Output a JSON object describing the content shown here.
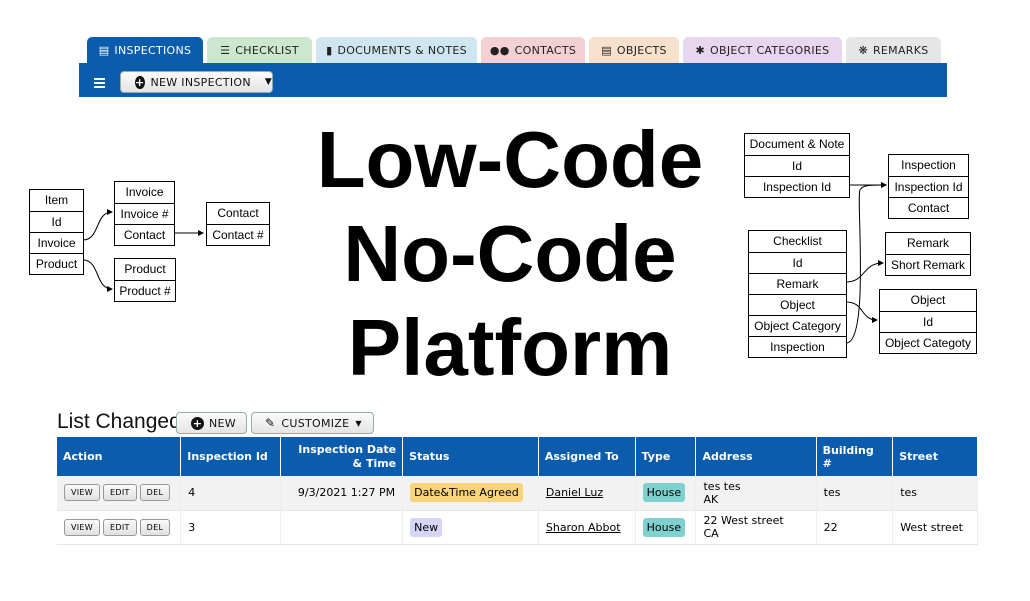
{
  "tabs": [
    {
      "label": "INSPECTIONS",
      "icon": "clipboard-icon",
      "color": "#0b5cad"
    },
    {
      "label": "CHECKLIST",
      "icon": "list-check-icon",
      "color": "#cbe8cf"
    },
    {
      "label": "DOCUMENTS & NOTES",
      "icon": "document-icon",
      "color": "#cfe6ee"
    },
    {
      "label": "CONTACTS",
      "icon": "users-icon",
      "color": "#f3d0d3"
    },
    {
      "label": "OBJECTS",
      "icon": "clipboard-icon",
      "color": "#f8e1cc"
    },
    {
      "label": "OBJECT CATEGORIES",
      "icon": "asterisk-icon",
      "color": "#e8d6ee"
    },
    {
      "label": "REMARKS",
      "icon": "gear-icon",
      "color": "#e6e6e6"
    }
  ],
  "toolbar": {
    "new_inspection_label": "NEW INSPECTION"
  },
  "hero": {
    "line1": "Low-Code",
    "line2": "No-Code",
    "line3": "Platform"
  },
  "diagram": {
    "item": [
      "Item",
      "Id",
      "Invoice",
      "Product"
    ],
    "invoice": [
      "Invoice",
      "Invoice #",
      "Contact"
    ],
    "contact": [
      "Contact",
      "Contact #"
    ],
    "product": [
      "Product",
      "Product #"
    ],
    "doc_note": [
      "Document & Note",
      "Id",
      "Inspection Id"
    ],
    "inspection": [
      "Inspection",
      "Inspection Id",
      "Contact"
    ],
    "checklist": [
      "Checklist",
      "Id",
      "Remark",
      "Object",
      "Object Category",
      "Inspection"
    ],
    "remark": [
      "Remark",
      "Short Remark"
    ],
    "object": [
      "Object",
      "Id",
      "Object Categoty"
    ]
  },
  "list": {
    "title": "List Changed",
    "new_label": "NEW",
    "customize_label": "CUSTOMIZE",
    "columns": [
      "Action",
      "Inspection Id",
      "Inspection Date & Time",
      "Status",
      "Assigned To",
      "Type",
      "Address",
      "Building #",
      "Street"
    ],
    "action_labels": {
      "view": "VIEW",
      "edit": "EDIT",
      "del": "DEL"
    },
    "rows": [
      {
        "id": "4",
        "date": "9/3/2021 1:27 PM",
        "status": "Date&Time Agreed",
        "status_color": "#f9d47a",
        "assigned": "Daniel Luz",
        "type": "House",
        "addr1": "tes tes",
        "addr2": "AK",
        "building": "tes",
        "street": "tes"
      },
      {
        "id": "3",
        "date": "",
        "status": "New",
        "status_color": "#d6d4f7",
        "assigned": "Sharon Abbot",
        "type": "House",
        "addr1": "22 West street",
        "addr2": "CA",
        "building": "22",
        "street": "West street"
      }
    ]
  },
  "colors": {
    "primary": "#0b5cad",
    "type_badge": "#7fd1cf"
  }
}
